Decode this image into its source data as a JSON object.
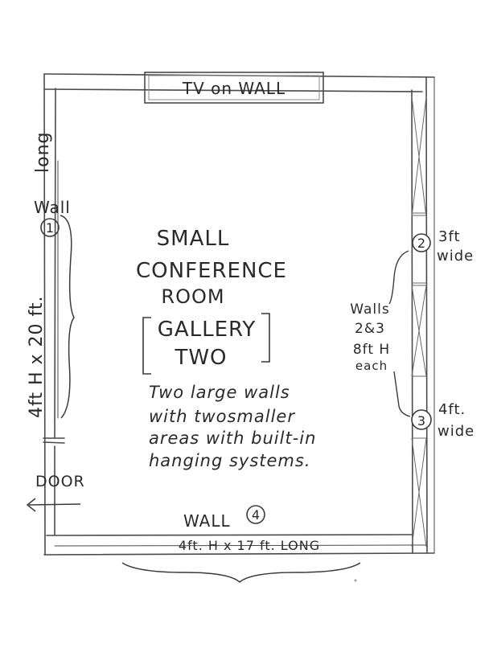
{
  "tv_label": "TV on WALL",
  "room": {
    "title_line1": "SMALL",
    "title_line2": "CONFERENCE",
    "title_line3": "ROOM",
    "gallery_line1": "GALLERY",
    "gallery_line2": "TWO"
  },
  "description": [
    "Two large walls",
    "with twosmaller",
    "areas with built-in",
    "hanging systems."
  ],
  "wall1": {
    "label": "Wall",
    "number": "1",
    "dims": "4ft H x 20 ft.",
    "long": "long"
  },
  "wall2": {
    "number": "2",
    "width_line1": "3ft",
    "width_line2": "wide"
  },
  "wall3": {
    "number": "3",
    "width_line1": "4ft.",
    "width_line2": "wide"
  },
  "walls23_note": [
    "Walls",
    "2&3",
    "8ft H",
    "each"
  ],
  "door_label": "DOOR",
  "wall4": {
    "label": "WALL",
    "number": "4",
    "dims": "4ft. H x 17 ft. LONG"
  }
}
